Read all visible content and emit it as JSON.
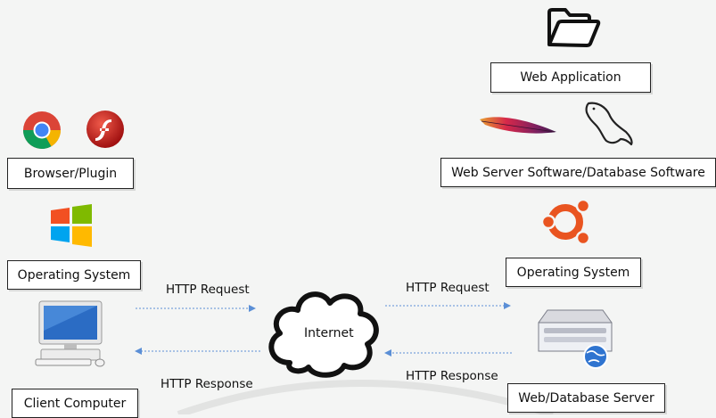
{
  "nodes": {
    "browser_plugin": "Browser/Plugin",
    "client_os": "Operating System",
    "client_computer": "Client Computer",
    "web_application": "Web Application",
    "server_software": "Web Server Software/Database Software",
    "server_os": "Operating System",
    "server": "Web/Database Server",
    "internet": "Internet"
  },
  "edges": {
    "client_request": "HTTP Request",
    "client_response": "HTTP Response",
    "server_request": "HTTP Request",
    "server_response": "HTTP Response"
  },
  "icons": {
    "browser": "chrome-icon",
    "plugin": "flash-icon",
    "client_os": "windows-icon",
    "client_computer": "desktop-computer-icon",
    "web_application": "folder-icon",
    "web_server": "apache-feather-icon",
    "database": "mysql-dolphin-icon",
    "server_os": "ubuntu-icon",
    "server": "server-globe-icon"
  },
  "colors": {
    "arrow": "#5b8fd6",
    "chrome_red": "#db4437",
    "chrome_green": "#0f9d58",
    "chrome_yellow": "#f4b400",
    "chrome_blue": "#4285f4",
    "flash_red": "#c81e1e",
    "ubuntu_orange": "#e95420"
  }
}
